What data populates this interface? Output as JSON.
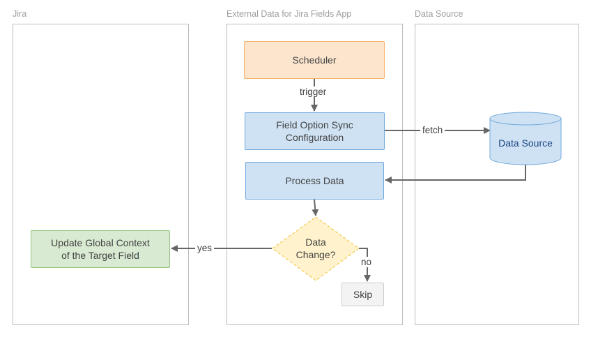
{
  "lanes": {
    "jira": "Jira",
    "app": "External Data for Jira Fields App",
    "source": "Data Source"
  },
  "nodes": {
    "scheduler": "Scheduler",
    "field_option_sync": "Field Option Sync Configuration",
    "field_option_sync_line1": "Field Option Sync",
    "field_option_sync_line2": "Configuration",
    "process_data": "Process Data",
    "data_change_line1": "Data",
    "data_change_line2": "Change?",
    "skip": "Skip",
    "update_line1": "Update Global Context",
    "update_line2": "of the Target Field",
    "data_source": "Data Source"
  },
  "edges": {
    "trigger": "trigger",
    "fetch": "fetch",
    "yes": "yes",
    "no": "no"
  },
  "colors": {
    "orange_fill": "#fce5cd",
    "blue_fill": "#cfe2f3",
    "green_fill": "#d9ead3",
    "diamond_fill": "#fff2cc",
    "arrow": "#666666"
  }
}
